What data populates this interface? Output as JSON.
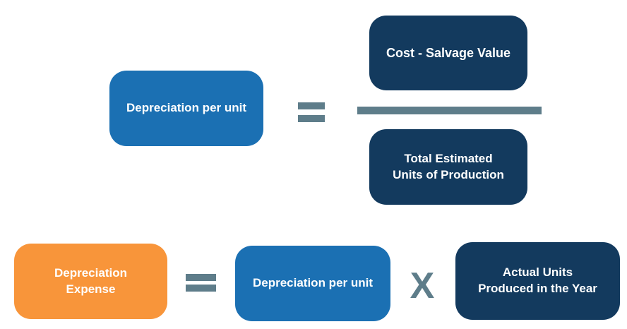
{
  "colors": {
    "background": "#FFFFFF",
    "blue": "#1B70B3",
    "navy": "#133A5E",
    "orange": "#F8953A",
    "slate": "#5E7D8A",
    "box_text": "#FFFFFF"
  },
  "formula_top": {
    "result_label": "Depreciation per unit",
    "equals_symbol": "=",
    "numerator_label": "Cost - Salvage Value",
    "denominator_line1": "Total Estimated",
    "denominator_line2": "Units of Production"
  },
  "formula_bottom": {
    "result_line1": "Depreciation",
    "result_line2": "Expense",
    "equals_symbol": "=",
    "operand1_label": "Depreciation per unit",
    "multiply_symbol": "X",
    "operand2_line1": "Actual Units",
    "operand2_line2": "Produced in the Year"
  }
}
